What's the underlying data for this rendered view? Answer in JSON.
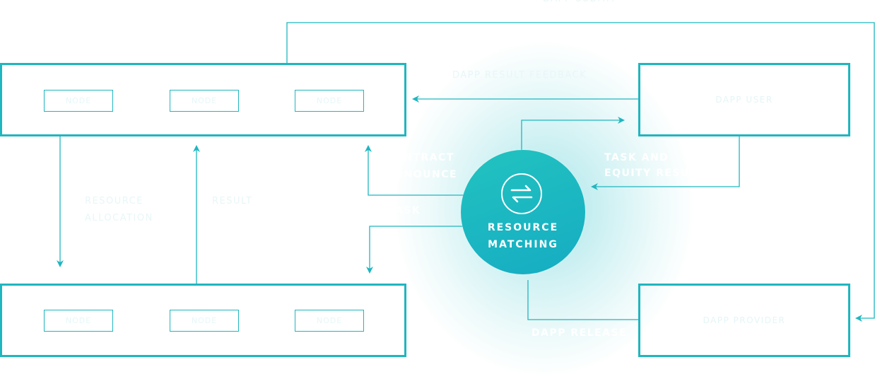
{
  "hub": {
    "line1": "RESOURCE",
    "line2": "MATCHING",
    "icon": "swap-arrows-icon"
  },
  "labels": {
    "top_loop": "DAPP SUBMIT",
    "feedback": "DAPP RESULT FEEDBACK",
    "contract_1": "CONTRACT",
    "contract_2": "ANNOUNCE",
    "task": "TASK",
    "task_equity_1": "TASK AND",
    "task_equity_2": "EQUITY RESULT",
    "dapp_release": "DAPP RELEASE",
    "left_down_1": "RESOURCE",
    "left_down_2": "ALLOCATION",
    "left_up": "RESULT"
  },
  "boxes": {
    "top_left": {
      "items": [
        "NODE",
        "NODE",
        "NODE"
      ]
    },
    "bottom_left": {
      "items": [
        "NODE",
        "NODE",
        "NODE"
      ]
    },
    "top_right": {
      "label": "DAPP USER"
    },
    "bottom_right": {
      "label": "DAPP PROVIDER"
    }
  },
  "colors": {
    "accent": "#1fb6bf",
    "hub_start": "#22c3c0",
    "hub_end": "#15acc3"
  }
}
